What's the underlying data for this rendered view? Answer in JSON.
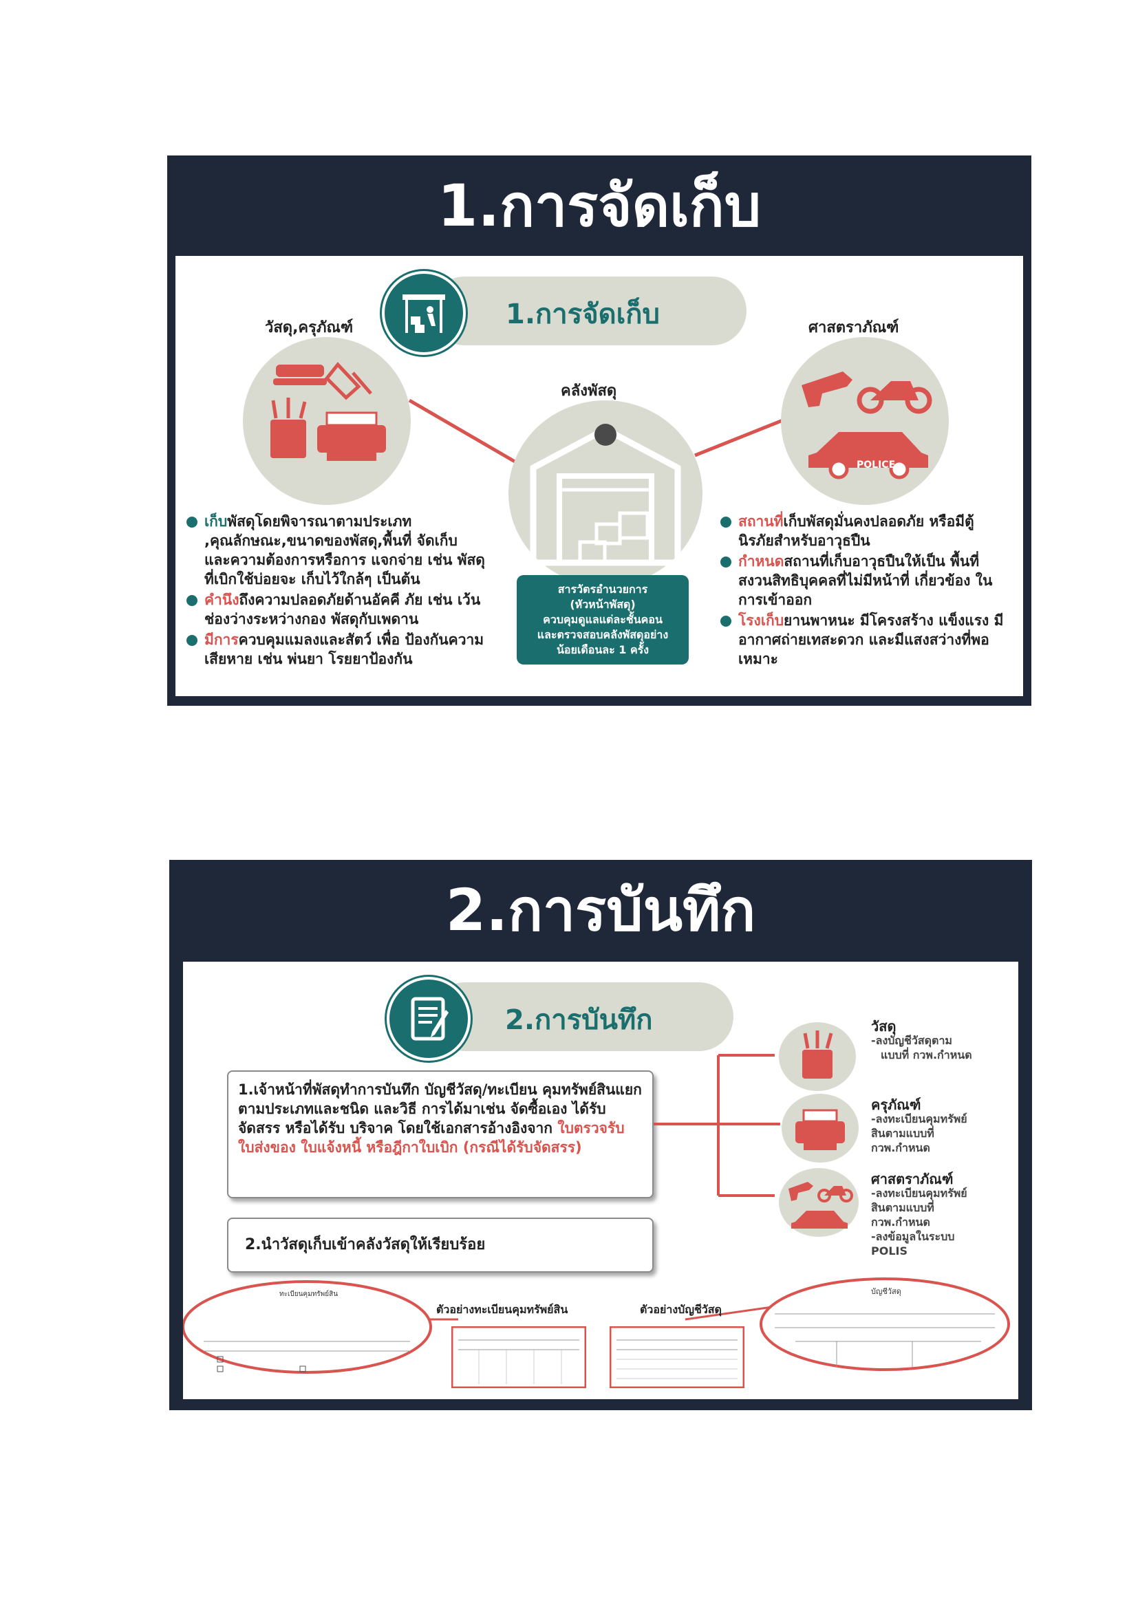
{
  "section1": {
    "title": "1.การจัดเก็บ",
    "pill_label": "1.การจัดเก็บ",
    "left_heading": "วัสดุ,ครุภัณฑ์",
    "center_heading": "คลังพัสดุ",
    "right_heading": "ศาสตราภัณฑ์",
    "police_label": "POLICE",
    "left_bullets": [
      {
        "hl": "เก็บ",
        "text": "พัสดุโดยพิจารณาตามประเภท ,คุณลักษณะ,ขนาดของพัสดุ,พื้นที่ จัดเก็บ และความต้องการหรือการ แจกจ่าย เช่น พัสดุที่เบิกใช้บ่อยจะ เก็บไว้ใกล้ๆ เป็นต้น"
      },
      {
        "hl": "คำนึง",
        "text": "ถึงความปลอดภัยด้านอัคคี ภัย เช่น เว้นช่องว่างระหว่างกอง พัสดุกับเพดาน"
      },
      {
        "hl": "มีการ",
        "text": "ควบคุมแมลงและสัตว์ เพื่อ ป้องกันความเสียหาย เช่น พ่นยา โรยยาป้องกัน"
      }
    ],
    "right_bullets": [
      {
        "hl": "สถานที่",
        "text": "เก็บพัสดุมั่นคงปลอดภัย หรือมีตู้นิรภัยสำหรับอาวุธปืน"
      },
      {
        "hl": "กำหนด",
        "text": "สถานที่เก็บอาวุธปืนให้เป็น พื้นที่สงวนสิทธิบุคคลที่ไม่มีหน้าที่ เกี่ยวข้อง ในการเข้าออก"
      },
      {
        "hl": "โรงเก็บ",
        "text": "ยานพาหนะ มีโครงสร้าง แข็งแรง มีอากาศถ่ายเทสะดวก และมีแสงสว่างที่พอเหมาะ"
      }
    ],
    "center_box": {
      "line1": "สารวัตรอำนวยการ",
      "line2": "(หัวหน้าพัสดุ)",
      "line3": "ควบคุมดูแลแต่ละชั้นคอน",
      "line4": "และตรวจสอบคลังพัสดุอย่าง",
      "line5": "น้อยเดือนละ 1 ครั้ง"
    }
  },
  "section2": {
    "title": "2.การบันทึก",
    "pill_label": "2.การบันทึก",
    "box1": {
      "text_a": "1.เจ้าหน้าที่พัสดุทำการบันทึก บัญชีวัสดุ/ทะเบียน คุมทรัพย์สินแยกตามประเภทและชนิด และวิธี การได้มาเช่น จัดซื้อเอง ได้รับจัดสรร หรือได้รับ บริจาค โดยใช้เอกสารอ้างอิงจาก ",
      "text_hl": "ใบตรวจรับ ใบส่งของ ใบแจ้งหนี้ หรือฎีกาใบเบิก (กรณีได้รับจัดสรร)"
    },
    "box2": "2.นำวัสดุเก็บเข้าคลังวัสดุให้เรียบร้อย",
    "side_items": [
      {
        "label": "วัสดุ",
        "sub1": "-ลงบัญชีวัสดุตาม",
        "sub2": "แบบที่ กวพ.กำหนด",
        "sub3": "",
        "sub4": ""
      },
      {
        "label": "ครุภัณฑ์",
        "sub1": "-ลงทะเบียนคุมทรัพย์",
        "sub2": "สินตามแบบที่",
        "sub3": "กวพ.กำหนด",
        "sub4": ""
      },
      {
        "label": "ศาสตราภัณฑ์",
        "sub1": "-ลงทะเบียนคุมทรัพย์",
        "sub2": "สินตามแบบที่",
        "sub3": "กวพ.กำหนด",
        "sub4": "-ลงข้อมูลในระบบ"
      }
    ],
    "polis": "POLIS",
    "caption_left": "ตัวอย่างทะเบียนคุมทรัพย์สิน",
    "caption_right": "ตัวอย่างบัญชีวัสดุ",
    "form_left_title": "ทะเบียนคุมทรัพย์สิน",
    "form_right_title": "บัญชีวัสดุ"
  },
  "colors": {
    "panel": "#1f2838",
    "teal": "#1a6f6e",
    "red": "#d9534f",
    "pill": "#d9dbd0"
  }
}
